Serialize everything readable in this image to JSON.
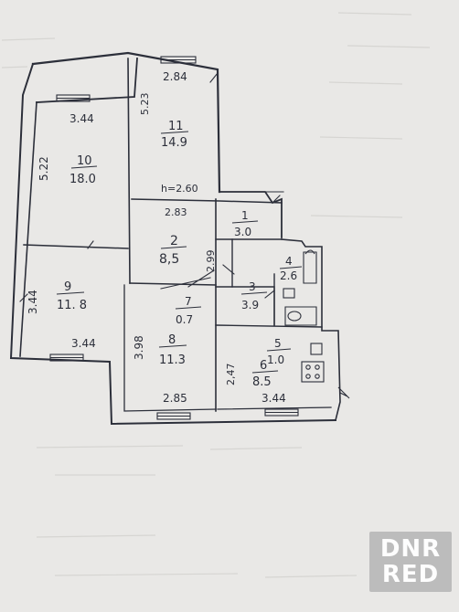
{
  "watermark": {
    "line1": "DNR",
    "line2": "RED"
  },
  "rooms": [
    {
      "id": "r10",
      "number": "10",
      "area": "18.0"
    },
    {
      "id": "r11",
      "number": "11",
      "area": "14.9"
    },
    {
      "id": "r9",
      "number": "9",
      "area": "11. 8"
    },
    {
      "id": "r2",
      "number": "2",
      "area": "8,5"
    },
    {
      "id": "r1",
      "number": "1",
      "area": "3.0"
    },
    {
      "id": "r4",
      "number": "4",
      "area": "2.6"
    },
    {
      "id": "r3",
      "number": "3",
      "area": "3.9"
    },
    {
      "id": "r7",
      "number": "7",
      "area": "0.7"
    },
    {
      "id": "r8",
      "number": "8",
      "area": "11.3"
    },
    {
      "id": "r5",
      "number": "5",
      "area": "1.0"
    },
    {
      "id": "r6",
      "number": "6",
      "area": "8.5"
    }
  ],
  "dimensions": [
    "2.84",
    "3.44",
    "5.23",
    "5.22",
    "h=2.60",
    "2.83",
    "2.99",
    "3.44",
    "3.44",
    "3.98",
    "2,47",
    "2.85",
    "3.44"
  ],
  "colors": {
    "paper": "#e9e8e6",
    "ink": "#2c2f3a",
    "watermark": "#b9b9b9"
  }
}
